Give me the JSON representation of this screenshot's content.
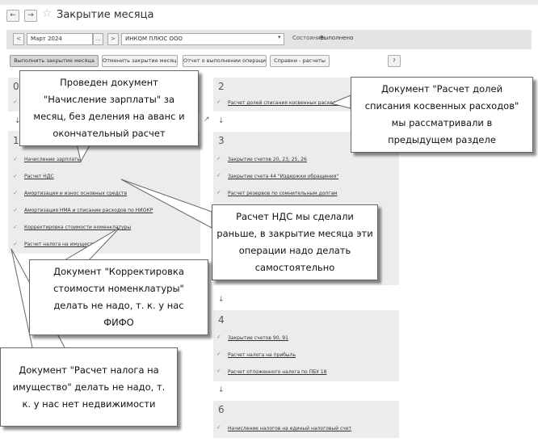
{
  "window": {
    "title": "Закрытие месяца"
  },
  "filter": {
    "period": "Март 2024",
    "period_button": "...",
    "organization": "ИНКОМ ПЛЮС ООО",
    "state_label": "Состояние:",
    "state_value": "Выполнено"
  },
  "commands": {
    "run": "Выполнить закрытие месяца",
    "cancel": "Отменить закрытие месяца",
    "report": "Отчет о выполнении операций",
    "help": "Справки - расчеты",
    "question": "?"
  },
  "steps": {
    "left_top_num": "0",
    "left_num": "1",
    "left_ops": [
      "Начисление зарплаты",
      "Расчет НДС",
      "Амортизация и износ основных средств",
      "Амортизация НМА и списание расходов по НИОКР",
      "Корректировка стоимости номенклатуры",
      "Расчет налога на имущество"
    ],
    "s2": {
      "num": "2",
      "ops": [
        "Расчет долей списания косвенных расходов"
      ]
    },
    "s3": {
      "num": "3",
      "ops": [
        "Закрытие счетов 20, 23, 25, 26",
        "Закрытие счета 44 \"Издержки обращения\"",
        "Расчет резервов по сомнительным долгам"
      ]
    },
    "s4": {
      "num": "4",
      "ops": [
        "Закрытие счетов 90, 91",
        "Расчет налога на прибыль",
        "Расчет отложенного налога по ПБУ 18"
      ]
    },
    "s6": {
      "num": "6",
      "ops": [
        "Начисление налогов на единый налоговый счет"
      ]
    }
  },
  "callouts": {
    "salary": [
      "Проведен документ",
      "\"Начисление зарплаты\" за",
      "месяц, без деления на аванс и",
      "окончательный расчет"
    ],
    "indirect": [
      "Документ \"Расчет долей",
      "списания косвенных расходов\"",
      "мы рассматривали в",
      "предыдущем разделе"
    ],
    "vat": [
      "Расчет НДС мы сделали",
      "раньше, в закрытие месяца эти",
      "операции надо делать",
      "самостоятельно"
    ],
    "correction": [
      "Документ \"Корректировка",
      "стоимости номенклатуры\"",
      "делать не надо, т. к. у нас",
      "ФИФО"
    ],
    "property": [
      "Документ \"Расчет налога на",
      "имущество\" делать не надо, т.",
      "к. у нас нет недвижимости"
    ]
  }
}
